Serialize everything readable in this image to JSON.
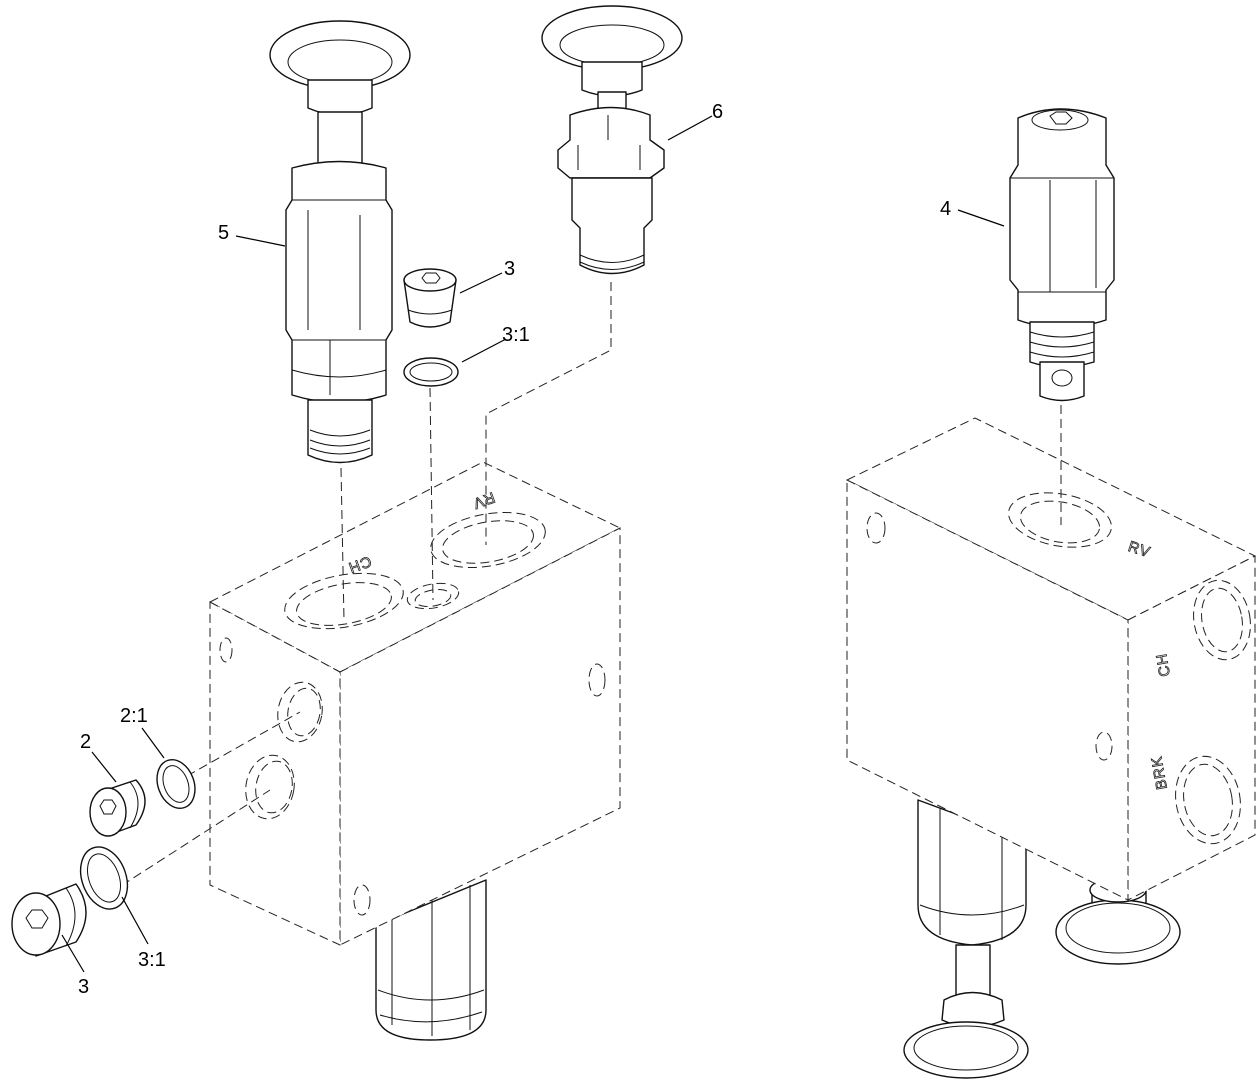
{
  "figure": {
    "callouts": {
      "c5": "5",
      "c6": "6",
      "c4": "4",
      "c3_top": "3",
      "c3_1_top": "3:1",
      "c2_1": "2:1",
      "c2": "2",
      "c3_bottom": "3",
      "c3_1_bottom": "3:1"
    },
    "port_labels": {
      "left_ch": "CH",
      "left_rv": "RV",
      "right_rv": "RV",
      "right_ch": "CH",
      "right_brk": "BRK"
    }
  }
}
